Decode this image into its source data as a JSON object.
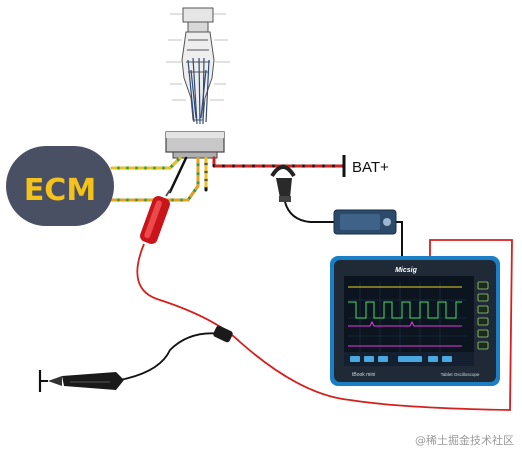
{
  "ecm": {
    "label": "ECM",
    "fill": "#4a5064",
    "text_color": "#f5c21a"
  },
  "battery": {
    "label": "BAT+"
  },
  "scope": {
    "brand": "Micsig",
    "model": "tBook mini",
    "tagline": "Tablet Oscilloscope",
    "frame_color": "#1a7fc4",
    "screen_color": "#0c1420"
  },
  "wires": {
    "signal_color": "#d4201e",
    "ground_color": "#111111",
    "stripe_color": "#e8a020",
    "green_color": "#2e9a3a"
  },
  "watermark": {
    "text": "@稀土掘金技术社区"
  }
}
